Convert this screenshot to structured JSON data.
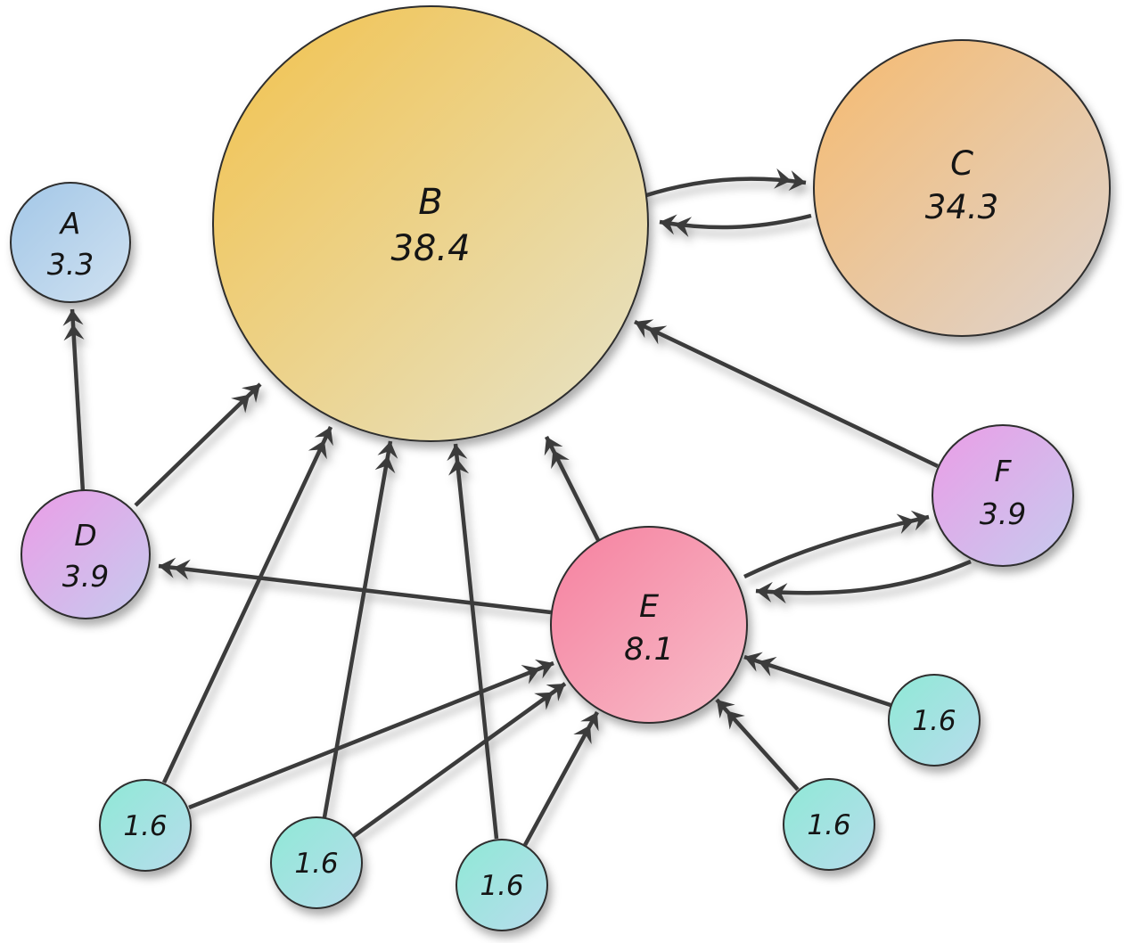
{
  "diagram_type": "directed-graph",
  "nodes": {
    "A": {
      "label": "A",
      "value": "3.3",
      "color": "blue"
    },
    "B": {
      "label": "B",
      "value": "38.4",
      "color": "gold"
    },
    "C": {
      "label": "C",
      "value": "34.3",
      "color": "orange"
    },
    "D": {
      "label": "D",
      "value": "3.9",
      "color": "violet"
    },
    "E": {
      "label": "E",
      "value": "8.1",
      "color": "pink"
    },
    "F": {
      "label": "F",
      "value": "3.9",
      "color": "violet"
    },
    "s1": {
      "value": "1.6",
      "color": "teal"
    },
    "s2": {
      "value": "1.6",
      "color": "teal"
    },
    "s3": {
      "value": "1.6",
      "color": "teal"
    },
    "s4": {
      "value": "1.6",
      "color": "teal"
    },
    "s5": {
      "value": "1.6",
      "color": "teal"
    }
  },
  "edges": [
    {
      "from": "B",
      "to": "C"
    },
    {
      "from": "C",
      "to": "B"
    },
    {
      "from": "D",
      "to": "A"
    },
    {
      "from": "D",
      "to": "B"
    },
    {
      "from": "E",
      "to": "B"
    },
    {
      "from": "E",
      "to": "D"
    },
    {
      "from": "E",
      "to": "F"
    },
    {
      "from": "F",
      "to": "E"
    },
    {
      "from": "F",
      "to": "B"
    },
    {
      "from": "s1",
      "to": "B"
    },
    {
      "from": "s1",
      "to": "E"
    },
    {
      "from": "s2",
      "to": "B"
    },
    {
      "from": "s2",
      "to": "E"
    },
    {
      "from": "s3",
      "to": "B"
    },
    {
      "from": "s3",
      "to": "E"
    },
    {
      "from": "s4",
      "to": "E"
    },
    {
      "from": "s5",
      "to": "E"
    }
  ],
  "colors": {
    "edge": "#3a3a3a",
    "node_stroke": "#2d2d2d",
    "blue_a": "#a3c7e7",
    "blue_b": "#cfe1f1",
    "gold_a": "#f2c24d",
    "gold_b": "#e6e3c9",
    "orange_a": "#f6ba6e",
    "orange_b": "#ded4d0",
    "violet_a": "#eb9de7",
    "violet_b": "#c6cbee",
    "pink_a": "#f5809f",
    "pink_b": "#f8bfca",
    "teal_a": "#8fe9d6",
    "teal_b": "#b7dcec"
  }
}
